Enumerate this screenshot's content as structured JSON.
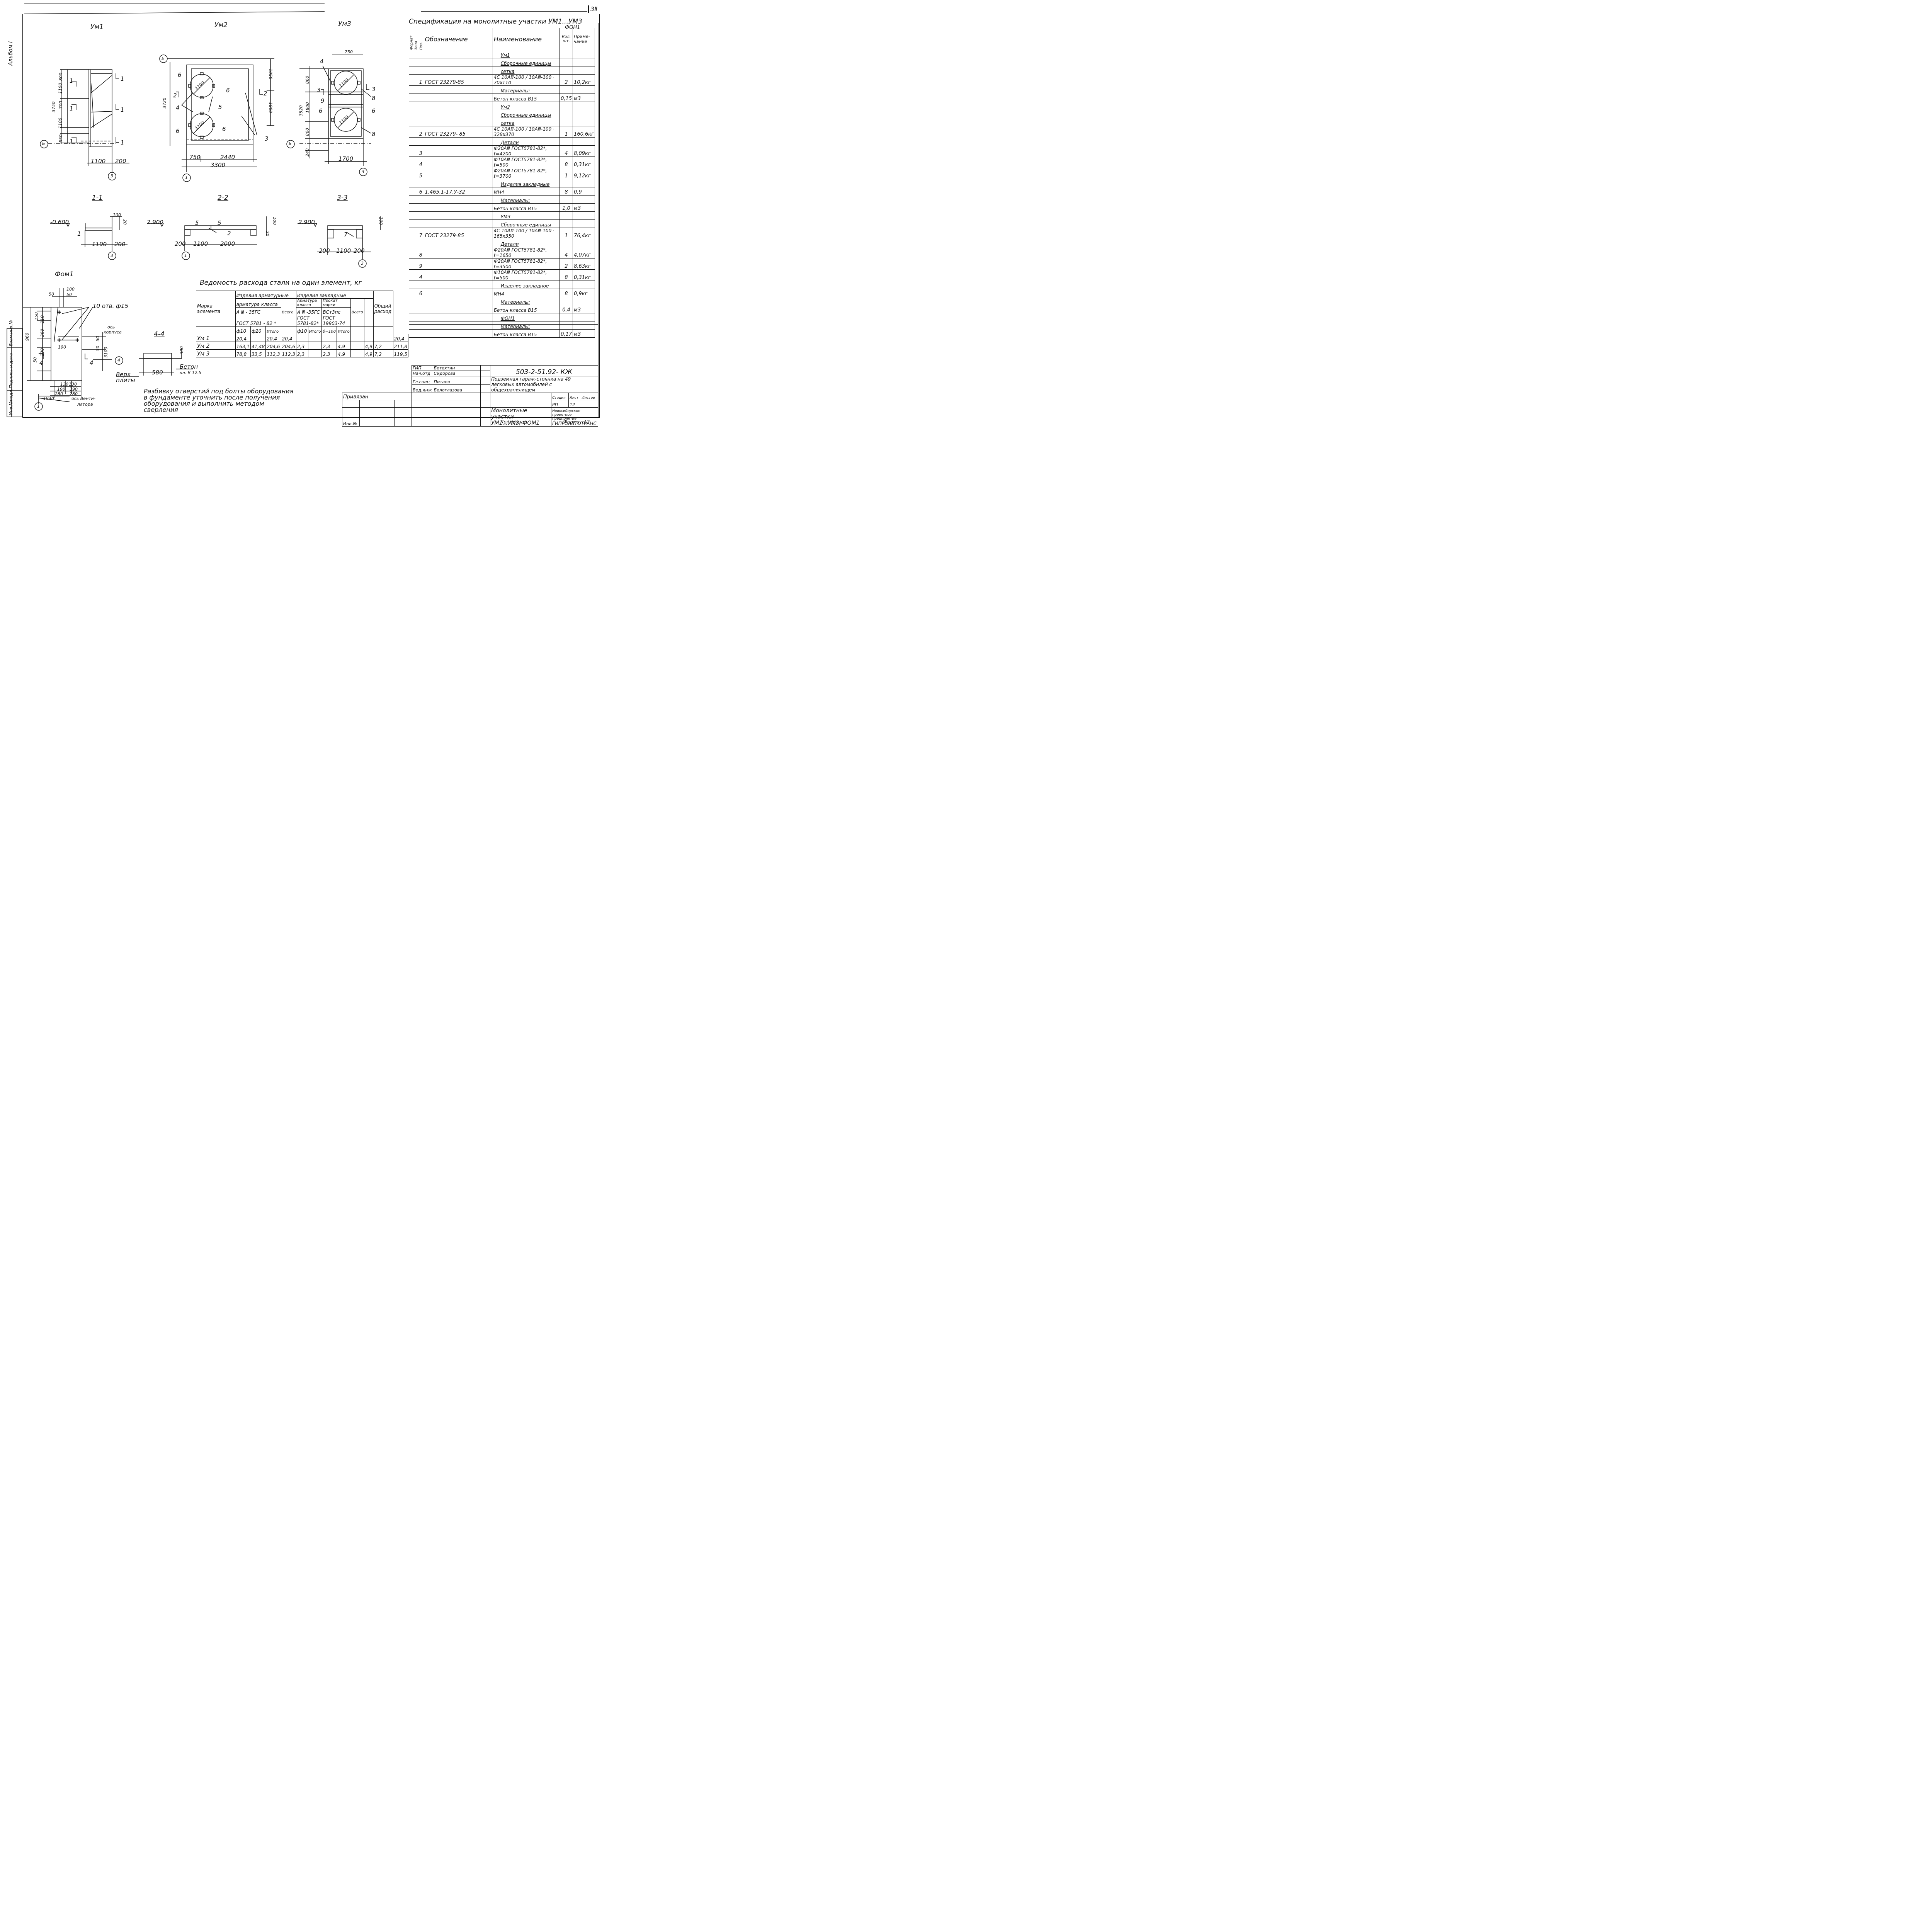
{
  "sheet": {
    "number": "3Ⅱ",
    "album_label": "Альбом I",
    "side_labels": [
      "Инв.№подл.",
      "Подпись и дата",
      "Взам.инв.№"
    ]
  },
  "plans": {
    "um1": {
      "title": "Ум1",
      "dims": [
        "800",
        "1100",
        "700",
        "1100",
        "550",
        "3750",
        "1100",
        "200"
      ],
      "axes": [
        "Б",
        "3"
      ],
      "cuts": [
        "1",
        "1",
        "1",
        "1",
        "1",
        "1"
      ]
    },
    "um2": {
      "title": "Ум2",
      "dims": [
        "1050",
        "1800",
        "3720",
        "750",
        "2440",
        "3300"
      ],
      "diam": [
        "1100",
        "1100"
      ],
      "axes": [
        "Е",
        "1"
      ],
      "positions": [
        "6",
        "6",
        "6",
        "6",
        "4",
        "5",
        "3",
        "2",
        "2"
      ]
    },
    "um3": {
      "title": "Ум3",
      "dims": [
        "750",
        "860",
        "1800",
        "860",
        "3520",
        "240",
        "1700"
      ],
      "diam": [
        "1100",
        "1100"
      ],
      "axes": [
        "Б",
        "3"
      ],
      "positions": [
        "4",
        "3",
        "3",
        "9",
        "8",
        "6",
        "6",
        "8"
      ]
    }
  },
  "sections": {
    "s11": {
      "title": "1-1",
      "level": "-0.600",
      "dims": [
        "100",
        "20",
        "1100",
        "200"
      ],
      "pos": "1",
      "axis": "3"
    },
    "s22": {
      "title": "2-2",
      "level": "2.900",
      "dims": [
        "100",
        "20",
        "200",
        "1100",
        "2000"
      ],
      "pos": [
        "5",
        "5",
        "2"
      ],
      "axis": "1"
    },
    "s33": {
      "title": "3-3",
      "level": "2.900",
      "dims": [
        "100",
        "200",
        "1100",
        "200"
      ],
      "pos": "7",
      "axis": "3"
    },
    "s44": {
      "title": "4-4",
      "dims": [
        "300",
        "580"
      ],
      "labels": [
        "Бетон",
        "кл. В 12.5",
        "Верх",
        "плиты"
      ]
    }
  },
  "fom1": {
    "title": "Фом1",
    "dims_top": [
      "100",
      "50",
      "50"
    ],
    "holes": "10 отв. ф15",
    "axis_korpus": [
      "ось",
      "корпуса"
    ],
    "axis_vent": [
      "ось Венти-",
      "лятора"
    ],
    "dims_left": [
      "960",
      "50",
      "230",
      "360",
      "110",
      "150"
    ],
    "dims_right": [
      "50",
      "50",
      "3100"
    ],
    "dims_bottom": [
      "130",
      "130",
      "190",
      "190",
      "280",
      "280",
      "1940"
    ],
    "inner": "190",
    "axes": [
      "4",
      "1"
    ],
    "cuts": [
      "4",
      "4"
    ]
  },
  "note": [
    "Разбивку отверстий под болты оборудования",
    "в фундаменте уточнить после получения",
    "оборудования  и выполнить методом",
    "сверления"
  ],
  "steel": {
    "title": "Ведомость расхода стали на один элемент, кг",
    "head": {
      "mark": [
        "Марка",
        "элемента"
      ],
      "arm": "Изделия арматурные",
      "arm_class": "арматура класса",
      "arm_steel": "А Ⅲ - 35ГС",
      "arm_gost": "ГОСТ 5781 - 82 *",
      "vsego": "Всего",
      "zakl": "Изделия закладные",
      "zakl_arm": "Арматура класса",
      "zakl_arm_steel": "А Ⅲ -35ГС",
      "zakl_arm_gost": "ГОСТ 5781-82*",
      "prokat": "Прокат марки",
      "prokat_steel": "ВСт3пс",
      "prokat_gost": "ГОСТ 19903-74",
      "total": [
        "Общий",
        "расход"
      ],
      "sub": [
        "ф10",
        "ф20",
        "Итого",
        "ф10",
        "Итого",
        "б=100",
        "Итого"
      ]
    },
    "rows": [
      [
        "Ум 1",
        "20,4",
        "",
        "20,4",
        "20,4",
        "",
        "",
        "",
        "",
        "",
        "20,4"
      ],
      [
        "Ум 2",
        "163,1",
        "41,48",
        "204,6",
        "204,6",
        "2,3",
        "2,3",
        "4,9",
        "4,9",
        "7,2",
        "211,8"
      ],
      [
        "Ум 3",
        "78,8",
        "33,5",
        "112,3",
        "112,3",
        "2,3",
        "2,3",
        "4,9",
        "4,9",
        "7,2",
        "119,5"
      ]
    ]
  },
  "spec": {
    "title": "Спецификация на монолитные участки УМ1...УМ3",
    "title2": "ФОН1",
    "head": [
      "Формат",
      "Зона",
      "Поз.",
      "Обозначение",
      "Наименование",
      "Кол. шт.",
      "Приме- чание"
    ],
    "rows": [
      [
        "",
        "",
        "",
        "",
        "Ум1",
        "",
        "",
        "u"
      ],
      [
        "",
        "",
        "",
        "",
        "Сборочные единицы",
        "",
        "",
        "u"
      ],
      [
        "",
        "",
        "",
        "",
        "сетка",
        "",
        "",
        "u"
      ],
      [
        "",
        "",
        "1",
        "ГОСТ 23279-85",
        "4С 10АⅢ-100 / 10АⅢ-100 · 70х110",
        "2",
        "10,2кг",
        ""
      ],
      [
        "",
        "",
        "",
        "",
        "Материалы:",
        "",
        "",
        "u"
      ],
      [
        "",
        "",
        "",
        "",
        "Бетон класса В15",
        "0,15",
        "м3",
        ""
      ],
      [
        "",
        "",
        "",
        "",
        "Ум2",
        "",
        "",
        "u"
      ],
      [
        "",
        "",
        "",
        "",
        "Сборочные единицы",
        "",
        "",
        "u"
      ],
      [
        "",
        "",
        "",
        "",
        "сетка",
        "",
        "",
        "u"
      ],
      [
        "",
        "",
        "2",
        "ГОСТ 23279- 85",
        "4С 10АⅢ-100 / 10АⅢ-100 · 328х370",
        "1",
        "160,6кг",
        ""
      ],
      [
        "",
        "",
        "",
        "",
        "Детали",
        "",
        "",
        "u"
      ],
      [
        "",
        "",
        "3",
        "",
        "Ф20АⅢ ГОСТ5781-82*, ℓ=4200",
        "4",
        "8,09кг",
        ""
      ],
      [
        "",
        "",
        "4",
        "",
        "Ф10АⅢ ГОСТ5781-82*, ℓ=500",
        "8",
        "0,31кг",
        ""
      ],
      [
        "",
        "",
        "5",
        "",
        "Ф20АⅢ ГОСТ5781-82*, ℓ=3700",
        "1",
        "9,12кг",
        ""
      ],
      [
        "",
        "",
        "",
        "",
        "Изделия закладные",
        "",
        "",
        "u"
      ],
      [
        "",
        "",
        "6",
        "1.465.1-17.У-32",
        "МН4",
        "8",
        "0,9",
        ""
      ],
      [
        "",
        "",
        "",
        "",
        "Материалы:",
        "",
        "",
        "u"
      ],
      [
        "",
        "",
        "",
        "",
        "Бетон класса В15",
        "1,0",
        "м3",
        ""
      ],
      [
        "",
        "",
        "",
        "",
        "УМ3",
        "",
        "",
        "u"
      ],
      [
        "",
        "",
        "",
        "",
        "Сборочные единицы",
        "",
        "",
        "u"
      ],
      [
        "",
        "",
        "7",
        "ГОСТ 23279-85",
        "4С 10АⅢ-100 / 10АⅢ-100 · 165х350",
        "1",
        "76,4кг",
        ""
      ],
      [
        "",
        "",
        "",
        "",
        "Детали",
        "",
        "",
        "u"
      ],
      [
        "",
        "",
        "8",
        "",
        "Ф20АⅢ ГОСТ5781-82*, ℓ=1650",
        "4",
        "4,07кг",
        ""
      ],
      [
        "",
        "",
        "9",
        "",
        "Ф20АⅢ ГОСТ5781-82*, ℓ=3500",
        "2",
        "8,63кг",
        ""
      ],
      [
        "",
        "",
        "4",
        "",
        "Ф10АⅢ ГОСТ5781-82*, ℓ=500",
        "8",
        "0,31кг",
        ""
      ],
      [
        "",
        "",
        "",
        "",
        "Изделие закладное",
        "",
        "",
        "u"
      ],
      [
        "",
        "",
        "6",
        "",
        "МН4",
        "8",
        "0,9кг",
        ""
      ],
      [
        "",
        "",
        "",
        "",
        "Материалы:",
        "",
        "",
        "u"
      ],
      [
        "",
        "",
        "",
        "",
        "Бетон класса В15",
        "0,4",
        "м3",
        ""
      ],
      [
        "",
        "",
        "",
        "",
        "ФОН1",
        "",
        "",
        "u"
      ],
      [
        "",
        "",
        "",
        "",
        "Материалы:",
        "",
        "",
        "u"
      ],
      [
        "",
        "",
        "",
        "",
        "Бетон класса В15",
        "0,17",
        "м3",
        ""
      ]
    ]
  },
  "stamp": {
    "code": "503-2-51.92-  КЖ",
    "project": [
      "Подземная гараж-стоянка на 49",
      "легковых автомобилей с общехранилищем"
    ],
    "sheet_name": [
      "Монолитные участки",
      "УМ1...УМ3,  ФОМ1"
    ],
    "stage_head": [
      "Стадия",
      "Лист",
      "Листов"
    ],
    "stage_vals": [
      "РП",
      "12",
      ""
    ],
    "org": [
      "Новосибирское",
      "проектное предприятие",
      "ГИПРОАВТОТРАНС"
    ],
    "roles": [
      "ГИП",
      "Нач.отд",
      "Гл.спец",
      "Вед.инж"
    ],
    "names": [
      "Бетехтин",
      "Сидорова",
      "Питаев",
      "Белоглазова"
    ],
    "privyazan": "Привязан",
    "inv": "Инв.№",
    "kopiroval": "Копировал",
    "format": "Формат А2"
  }
}
